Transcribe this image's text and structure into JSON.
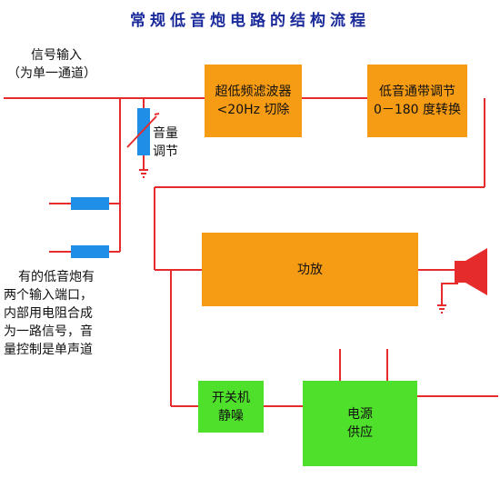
{
  "title": "常规低音炮电路的结构流程",
  "input": {
    "line1": "信号输入",
    "line2": "（为单一通道）"
  },
  "volume": {
    "line1": "音量",
    "line2": "调节"
  },
  "note": {
    "line1": "有的低音炮有",
    "line2": "两个输入端口，",
    "line3": "内部用电阻合成",
    "line4": "为一路信号，音",
    "line5": "量控制是单声道"
  },
  "boxes": {
    "lowpass": {
      "line1": "超低频滤波器",
      "line2": "<20Hz 切除"
    },
    "phase": {
      "line1": "低音通带调节",
      "line2": "0－180 度转换"
    },
    "amp": {
      "line1": "功放"
    },
    "mute": {
      "line1": "开关机",
      "line2": "静噪"
    },
    "power": {
      "line1": "电源",
      "line2": "供应"
    }
  },
  "colors": {
    "wire": "#e52b2b",
    "processing_box": "#f59b14",
    "power_box": "#4ee02a",
    "resistor": "#1e8ee6",
    "speaker": "#e52b2b"
  }
}
